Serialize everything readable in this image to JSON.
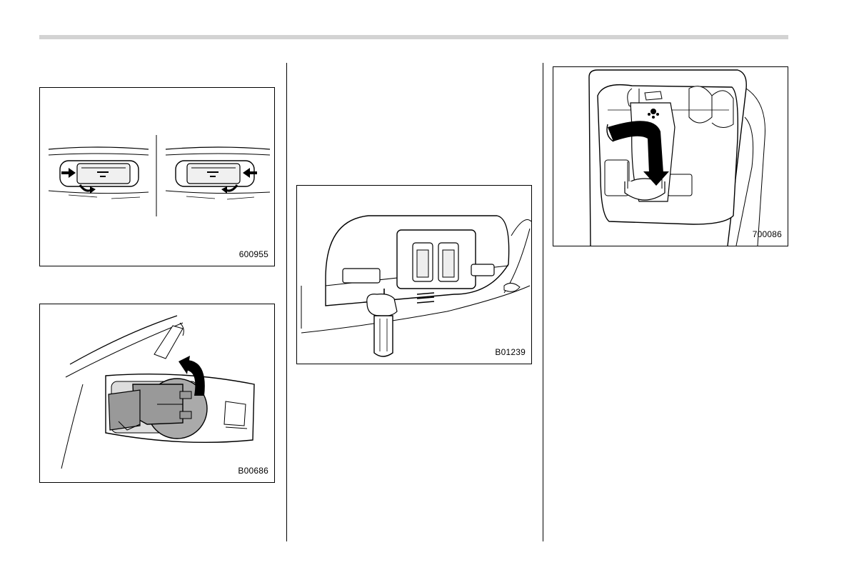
{
  "figures": [
    {
      "code": "600955"
    },
    {
      "code": "B00686"
    },
    {
      "code": "B01239"
    },
    {
      "code": "700086"
    }
  ]
}
